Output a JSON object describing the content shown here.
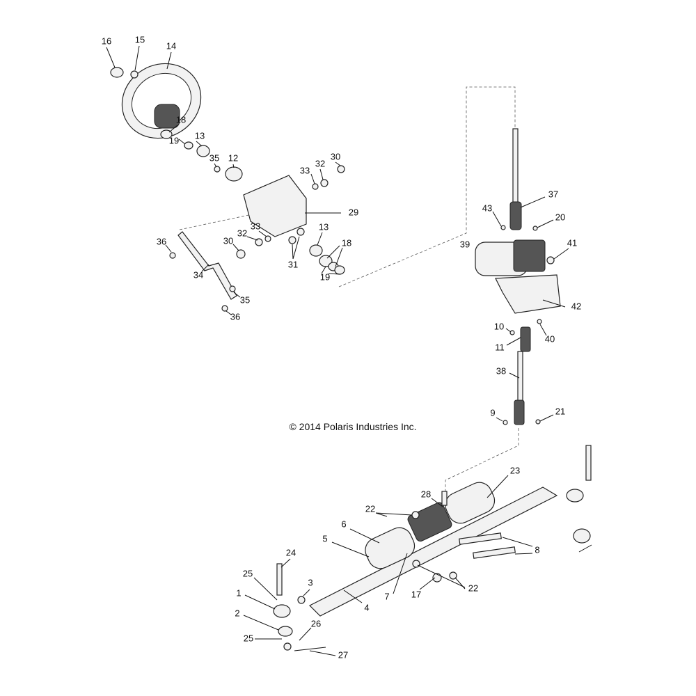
{
  "copyright": "© 2014 Polaris Industries Inc.",
  "callouts": [
    "16",
    "15",
    "14",
    "18",
    "13",
    "19",
    "12",
    "35",
    "33",
    "32",
    "30",
    "29",
    "36",
    "32",
    "33",
    "30",
    "13",
    "18",
    "31",
    "19",
    "34",
    "35",
    "36",
    "43",
    "37",
    "20",
    "39",
    "41",
    "42",
    "10",
    "11",
    "40",
    "38",
    "9",
    "21",
    "23",
    "28",
    "22",
    "6",
    "5",
    "8",
    "24",
    "25",
    "3",
    "1",
    "4",
    "7",
    "17",
    "22",
    "2",
    "26",
    "25",
    "27"
  ]
}
